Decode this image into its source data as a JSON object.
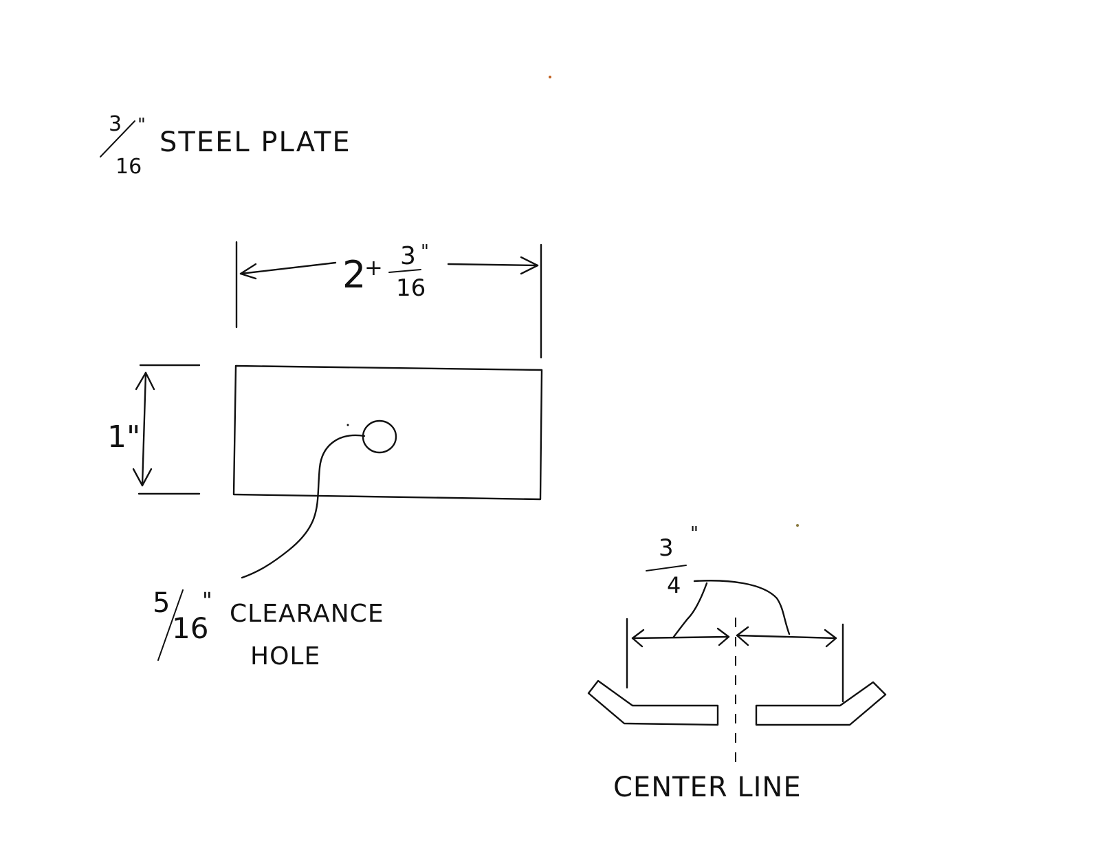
{
  "title": {
    "fraction_numerator": "3",
    "fraction_denominator": "16",
    "inch_mark": "\"",
    "text": "STEEL PLATE"
  },
  "width_dimension": {
    "whole": "2",
    "plus": "+",
    "numerator": "3",
    "denominator": "16",
    "inch_mark": "\""
  },
  "height_dimension": {
    "value": "1\""
  },
  "hole_callout": {
    "numerator": "5",
    "denominator": "16",
    "inch_mark": "\"",
    "line1": "CLEARANCE",
    "line2": "HOLE"
  },
  "offset_dimension": {
    "numerator": "3",
    "denominator": "4",
    "inch_mark": "\""
  },
  "center_label": "CENTER LINE",
  "colors": {
    "ink": "#111111",
    "paper": "#ffffff"
  }
}
